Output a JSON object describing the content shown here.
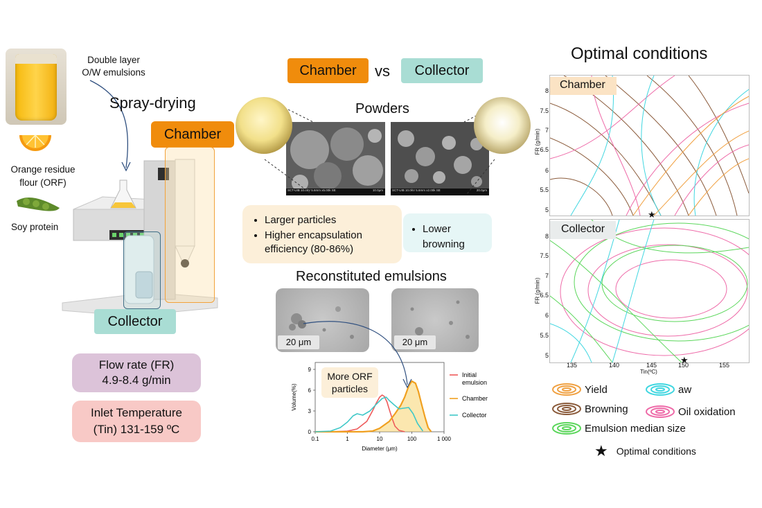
{
  "left": {
    "emulsion_label": "Double layer\nO/W emulsions",
    "orf_label": "Orange residue\nflour (ORF)",
    "soy_label": "Soy protein",
    "title": "Spray-drying",
    "chamber_tag": "Chamber",
    "collector_tag": "Collector",
    "flow_rate": "Flow rate (FR)\n4.9-8.4 g/min",
    "inlet_temp": "Inlet Temperature\n(Tin) 131-159 ºC"
  },
  "middle": {
    "chamber_tag": "Chamber",
    "vs": "vs",
    "collector_tag": "Collector",
    "powders_title": "Powders",
    "sem_left_caption": "SCT-UIB 10.0kV 5.6mm x5.00k SE",
    "sem_left_scale": "10.0μm",
    "sem_right_caption": "SCT-UIB 10.0kV 5.6mm x2.00k SE",
    "sem_right_scale": "20.0μm",
    "chamber_bullets": [
      "Larger particles",
      "Higher encapsulation efficiency (80-86%)"
    ],
    "collector_bullets": [
      "Lower browning"
    ],
    "reconstituted_title": "Reconstituted emulsions",
    "scale_left": "20 μm",
    "scale_right": "20 μm",
    "more_orf": "More ORF\nparticles"
  },
  "chart_data": {
    "type": "line",
    "title": "",
    "xlabel": "Diameter (μm)",
    "ylabel": "Volume(%)",
    "xscale": "log",
    "xlim": [
      0.1,
      1000
    ],
    "ylim": [
      0,
      10
    ],
    "x_ticks": [
      "0.1",
      "1",
      "10",
      "100",
      "1 000"
    ],
    "y_ticks": [
      "0",
      "3",
      "6",
      "9"
    ],
    "legend_position": "right",
    "series": [
      {
        "name": "Initial\nemulsion",
        "color": "#ee5a5a",
        "x": [
          0.1,
          0.3,
          1,
          2,
          4,
          6,
          8,
          10,
          12,
          14,
          17,
          20,
          25,
          30,
          40,
          60
        ],
        "y": [
          0,
          0,
          0.1,
          0.4,
          1.5,
          3,
          4.2,
          5,
          5.3,
          5.1,
          4.3,
          3.2,
          1.8,
          0.8,
          0.2,
          0
        ]
      },
      {
        "name": "Chamber",
        "color": "#f0a020",
        "x": [
          0.1,
          1,
          3,
          6,
          10,
          20,
          30,
          45,
          60,
          80,
          100,
          130,
          160,
          200,
          260,
          320,
          400
        ],
        "y": [
          0,
          0,
          0,
          0.1,
          0.5,
          1.5,
          2.6,
          3.8,
          5,
          6.6,
          7.3,
          7,
          5.8,
          4,
          2,
          0.6,
          0
        ]
      },
      {
        "name": "Collector",
        "color": "#40c8c8",
        "x": [
          0.1,
          0.3,
          0.6,
          1,
          1.5,
          2,
          3,
          5,
          8,
          12,
          16,
          20,
          28,
          40,
          55,
          80,
          110,
          150,
          220
        ],
        "y": [
          0,
          0.1,
          0.6,
          1.4,
          2.3,
          2.6,
          2.4,
          3,
          4,
          4.8,
          5,
          4.5,
          3.9,
          3.3,
          3.4,
          3.5,
          2.6,
          1.2,
          0.1
        ]
      }
    ]
  },
  "right": {
    "title": "Optimal conditions",
    "chamber_label": "Chamber",
    "collector_label": "Collector",
    "y_axis_label": "FR (g/min)",
    "x_axis_label": "Tin(ºC)",
    "chamber_yticks": [
      "5",
      "5.5",
      "6",
      "6.5",
      "7",
      "7.5",
      "8"
    ],
    "collector_yticks": [
      "5",
      "5.5",
      "6",
      "6.5",
      "7",
      "7.5",
      "8"
    ],
    "xticks": [
      "135",
      "140",
      "145",
      "150",
      "155"
    ],
    "legend": [
      {
        "label": "Yield",
        "color": "#f0a040"
      },
      {
        "label": "aw",
        "color": "#3fd6e0"
      },
      {
        "label": "Browning",
        "color": "#8a5a3a"
      },
      {
        "label": "Oil oxidation",
        "color": "#ee6aa8"
      },
      {
        "label": "Emulsion median size",
        "color": "#5ad65a"
      }
    ],
    "optimal_label": "Optimal conditions"
  },
  "colors": {
    "chamber_orange": "#f08c0c",
    "collector_teal": "#a9ddd4",
    "flow_box": "#dcc3d9",
    "temp_box": "#f8c9c6",
    "chamber_bullet_box": "#fcefd9",
    "collector_bullet_box": "#e6f6f6"
  }
}
